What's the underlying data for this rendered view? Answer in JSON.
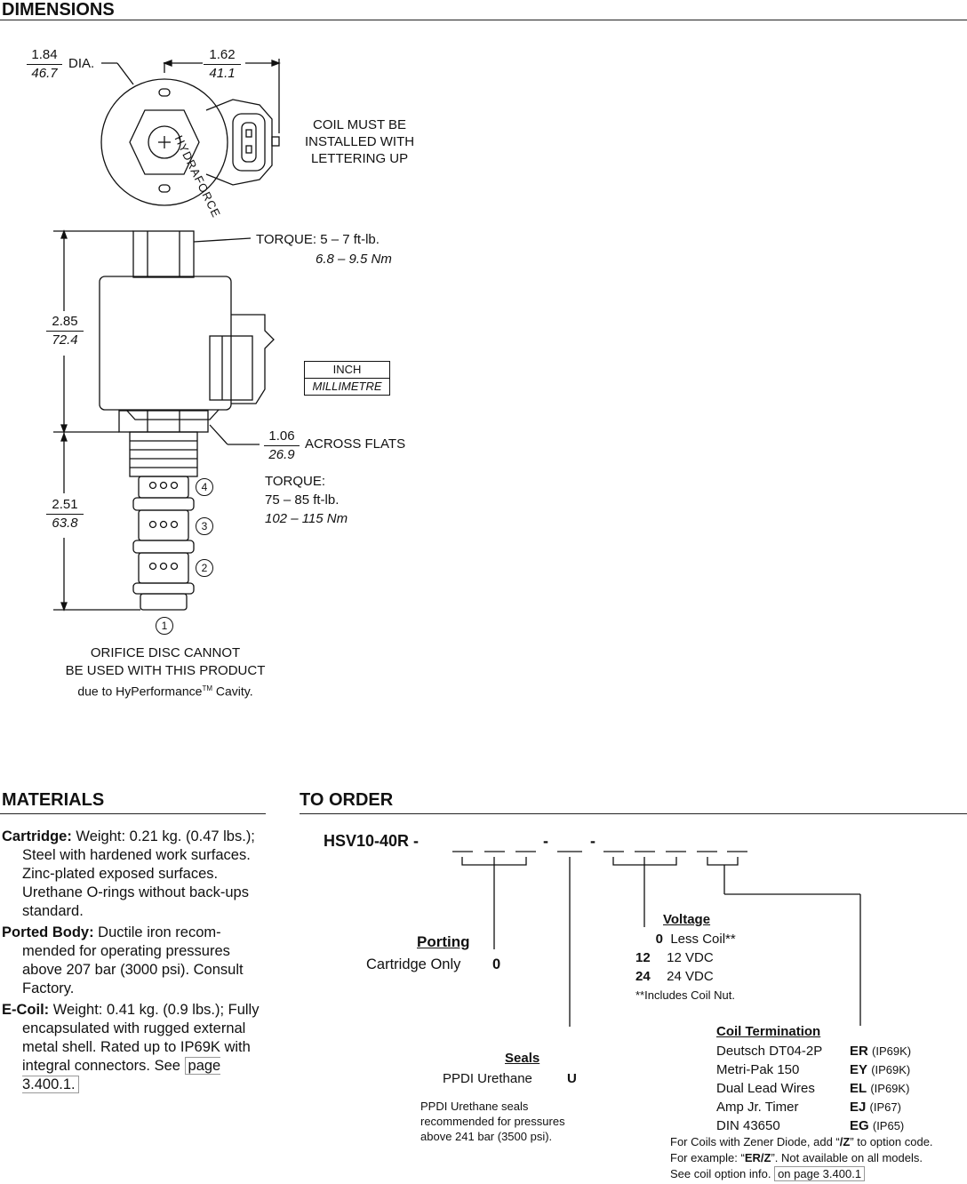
{
  "dimensions": {
    "title": "DIMENSIONS",
    "dia": {
      "inch": "1.84",
      "mm": "46.7",
      "label": "DIA."
    },
    "width": {
      "inch": "1.62",
      "mm": "41.1"
    },
    "coil_note": [
      "COIL MUST BE",
      "INSTALLED WITH",
      "LETTERING UP"
    ],
    "brand_lettering": "HYDRAFORCE",
    "torque_nut": {
      "label": "TORQUE: 5 – 7 ft-lb.",
      "nm": "6.8 – 9.5 Nm"
    },
    "height_coil": {
      "inch": "2.85",
      "mm": "72.4"
    },
    "units": {
      "top": "INCH",
      "bottom": "MILLIMETRE"
    },
    "flats": {
      "inch": "1.06",
      "mm": "26.9",
      "label": "ACROSS FLATS"
    },
    "torque_cartridge": {
      "label": "TORQUE:",
      "ftlb": "75 – 85 ft-lb.",
      "nm": "102 – 115 Nm"
    },
    "height_cartridge": {
      "inch": "2.51",
      "mm": "63.8"
    },
    "ports": [
      "4",
      "3",
      "2",
      "1"
    ],
    "orifice_note": {
      "line1": "ORIFICE DISC CANNOT",
      "line2": "BE USED WITH THIS PRODUCT",
      "line3_pre": "due to HyPerformance",
      "tm": "TM",
      "line3_post": " Cavity."
    }
  },
  "materials": {
    "title": "MATERIALS",
    "items": [
      {
        "label": "Cartridge:",
        "text": " Weight: 0.21 kg. (0.47 lbs.); Steel with hardened work surfaces. Zinc-plated exposed surfaces. Urethane O-rings without back-ups standard."
      },
      {
        "label": "Ported Body:",
        "text": " Ductile iron recom-mended for operating pressures above 207 bar (3000 psi). Consult Factory."
      },
      {
        "label": "E-Coil:",
        "text": " Weight: 0.41 kg. (0.9 lbs.); Fully encapsulated with rugged external metal shell. Rated up to IP69K with integral connectors. See ",
        "link": "page 3.400.1."
      }
    ]
  },
  "to_order": {
    "title": "TO ORDER",
    "model": "HSV10-40R -",
    "dash1": "-",
    "dash2": "-",
    "porting": {
      "heading": "Porting",
      "label": "Cartridge Only",
      "code": "0"
    },
    "voltage": {
      "heading": "Voltage",
      "items": [
        {
          "code": "0",
          "label": "Less Coil**"
        },
        {
          "code": "12",
          "label": "12 VDC"
        },
        {
          "code": "24",
          "label": "24 VDC"
        }
      ],
      "note": "**Includes Coil Nut."
    },
    "seals": {
      "heading": "Seals",
      "label": "PPDI Urethane",
      "code": "U",
      "note": [
        "PPDI Urethane seals",
        "recommended for pressures",
        "above 241 bar (3500 psi)."
      ]
    },
    "coil_termination": {
      "heading": "Coil Termination",
      "items": [
        {
          "label": "Deutsch DT04-2P",
          "code": "ER",
          "rating": "(IP69K)"
        },
        {
          "label": "Metri-Pak 150",
          "code": "EY",
          "rating": "(IP69K)"
        },
        {
          "label": "Dual Lead Wires",
          "code": "EL",
          "rating": "(IP69K)"
        },
        {
          "label": "Amp Jr. Timer",
          "code": "EJ",
          "rating": "(IP67)"
        },
        {
          "label": "DIN 43650",
          "code": "EG",
          "rating": "(IP65)"
        }
      ]
    },
    "zener": {
      "l1a": "For Coils with Zener Diode, add “",
      "l1b": "/Z",
      "l1c": "” to option code.",
      "l2a": "For example: “",
      "l2b": "ER/Z",
      "l2c": "”. Not available on all models.",
      "l3a": "See coil option info. ",
      "l3link": "on page 3.400.1"
    }
  }
}
